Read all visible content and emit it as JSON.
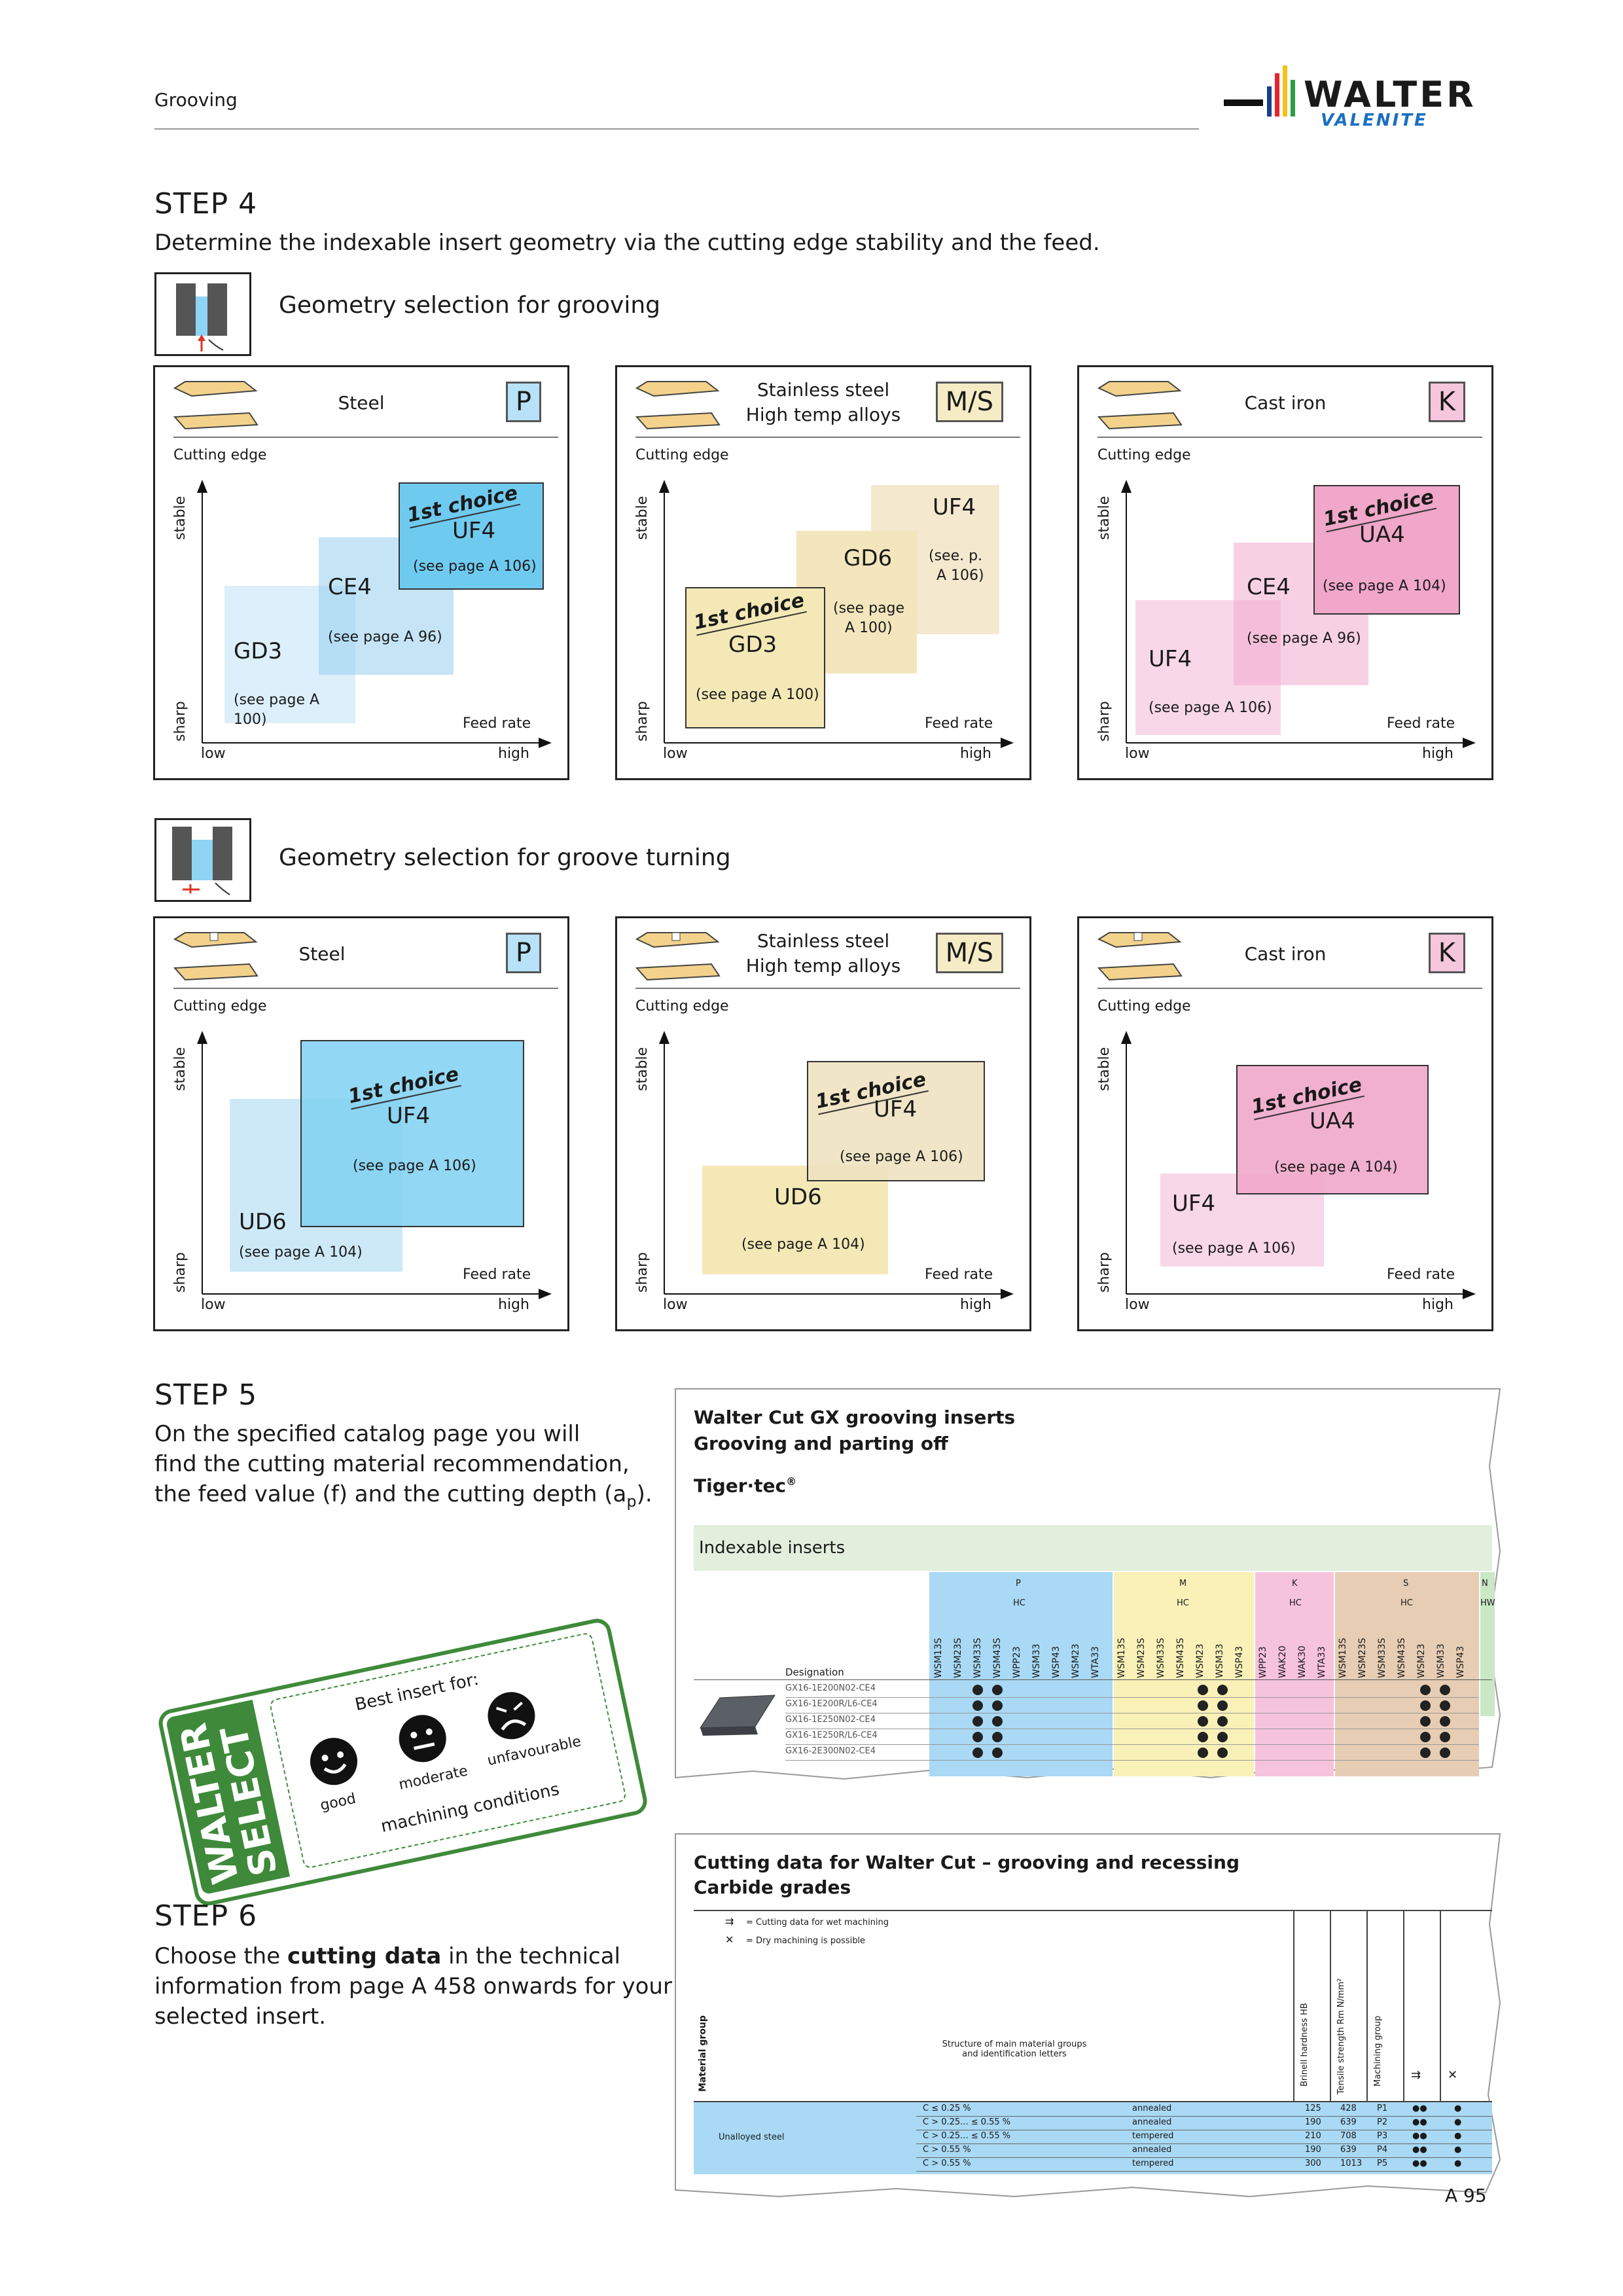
{
  "header": {
    "section": "Grooving",
    "logo_top": "WALTER",
    "logo_bottom": "VALENITE"
  },
  "step4": {
    "title": "STEP 4",
    "text": "Determine the indexable insert geometry via the cutting edge stability and the feed."
  },
  "grooving": {
    "title": "Geometry selection for grooving",
    "panels": [
      {
        "material": "Steel",
        "material2": "",
        "badge": "P",
        "badge_color": "#b7e2f7",
        "cutting_edge": "Cutting edge",
        "stable": "stable",
        "sharp": "sharp",
        "feed": "Feed rate",
        "low": "low",
        "high": "high",
        "rects": [
          {
            "code": "GD3",
            "ref": "(see page A 100)"
          },
          {
            "code": "CE4",
            "ref": "(see page A 96)"
          },
          {
            "code": "UF4",
            "ref": "(see page A 106)",
            "choice": "1st choice"
          }
        ]
      },
      {
        "material": "Stainless steel",
        "material2": "High temp alloys",
        "badge": "M/S",
        "badge_color": "#f5ecc6",
        "cutting_edge": "Cutting edge",
        "stable": "stable",
        "sharp": "sharp",
        "feed": "Feed rate",
        "low": "low",
        "high": "high",
        "rects": [
          {
            "code": "GD3",
            "ref": "(see page A 100)",
            "choice": "1st choice"
          },
          {
            "code": "GD6",
            "ref": "(see page",
            "ref2": "A 100)"
          },
          {
            "code": "UF4",
            "ref": "(see. p.",
            "ref2": "A 106)"
          }
        ]
      },
      {
        "material": "Cast iron",
        "material2": "",
        "badge": "K",
        "badge_color": "#f5c6dc",
        "cutting_edge": "Cutting edge",
        "stable": "stable",
        "sharp": "sharp",
        "feed": "Feed rate",
        "low": "low",
        "high": "high",
        "rects": [
          {
            "code": "UF4",
            "ref": "(see page A 106)"
          },
          {
            "code": "CE4",
            "ref": "(see page A 96)"
          },
          {
            "code": "UA4",
            "ref": "(see page A 104)",
            "choice": "1st choice"
          }
        ]
      }
    ]
  },
  "groove_turning": {
    "title": "Geometry selection for groove turning",
    "panels": [
      {
        "material": "Steel",
        "material2": "",
        "badge": "P",
        "cutting_edge": "Cutting edge",
        "stable": "stable",
        "sharp": "sharp",
        "feed": "Feed rate",
        "low": "low",
        "high": "high",
        "rects": [
          {
            "code": "UD6",
            "ref": "(see page A 104)"
          },
          {
            "code": "UF4",
            "ref": "(see page A 106)",
            "choice": "1st choice"
          }
        ]
      },
      {
        "material": "Stainless steel",
        "material2": "High temp alloys",
        "badge": "M/S",
        "cutting_edge": "Cutting edge",
        "stable": "stable",
        "sharp": "sharp",
        "feed": "Feed rate",
        "low": "low",
        "high": "high",
        "rects": [
          {
            "code": "UD6",
            "ref": "(see page A 104)"
          },
          {
            "code": "UF4",
            "ref": "(see page A 106)",
            "choice": "1st choice"
          }
        ]
      },
      {
        "material": "Cast iron",
        "material2": "",
        "badge": "K",
        "cutting_edge": "Cutting edge",
        "stable": "stable",
        "sharp": "sharp",
        "feed": "Feed rate",
        "low": "low",
        "high": "high",
        "rects": [
          {
            "code": "UF4",
            "ref": "(see page A 106)"
          },
          {
            "code": "UA4",
            "ref": "(see page A 104)",
            "choice": "1st choice"
          }
        ]
      }
    ]
  },
  "step5": {
    "title": "STEP 5",
    "line1": "On the specified catalog page you will",
    "line2": "find the cutting material recommendation,",
    "line3": "the feed value (f) and the cutting depth (a",
    "line3_sub": "p",
    "line3_end": ")."
  },
  "catalog1": {
    "title1": "Walter Cut GX grooving inserts",
    "title2": "Grooving and parting off",
    "brand": "Tiger·tec",
    "brand_sup": "®",
    "band": "Indexable inserts",
    "designation": "Designation",
    "groups": [
      {
        "label": "P",
        "sub": "HC",
        "color": "#a9d9f5"
      },
      {
        "label": "M",
        "sub": "HC",
        "color": "#faf1b8"
      },
      {
        "label": "K",
        "sub": "HC",
        "color": "#f6c3dd"
      },
      {
        "label": "S",
        "sub": "HC",
        "color": "#e6cdb3"
      },
      {
        "label": "N",
        "sub": "HW",
        "color": "#c9e8c6"
      }
    ],
    "grades_p": [
      "WSM13S",
      "WSM23S",
      "WSM33S",
      "WSM43S",
      "WPP23",
      "WSM33",
      "WSP43",
      "WSM23",
      "WTA33"
    ],
    "grades_m": [
      "WSM13S",
      "WSM23S",
      "WSM33S",
      "WSM43S",
      "WSM23",
      "WSM33",
      "WSP43"
    ],
    "grades_k": [
      "WPP23",
      "WAK20",
      "WAK30",
      "WTA33"
    ],
    "grades_s": [
      "WSM13S",
      "WSM23S",
      "WSM33S",
      "WSM43S",
      "WSM23",
      "WSM33",
      "WSP43"
    ],
    "rows": [
      "GX16-1E200N02-CE4",
      "GX16-1E200R/L6-CE4",
      "GX16-1E250N02-CE4",
      "GX16-1E250R/L6-CE4",
      "GX16-2E300N02-CE4"
    ]
  },
  "walter_select": {
    "brand1": "WALTER",
    "brand2": "SELECT",
    "heading": "Best insert for:",
    "good": "good",
    "moderate": "moderate",
    "unfavourable": "unfavourable",
    "footer": "machining conditions"
  },
  "step6": {
    "title": "STEP 6",
    "line1_a": "Choose the ",
    "line1_b": "cutting data",
    "line1_c": " in the technical",
    "line2": "information from page A 458 onwards for your",
    "line3": "selected insert."
  },
  "catalog2": {
    "title1": "Cutting data for Walter Cut – grooving and recessing",
    "title2": "Carbide grades",
    "legend1": "= Cutting data for wet machining",
    "legend2": "= Dry machining is possible",
    "material_group": "Material group",
    "structure1": "Structure of main material groups",
    "structure2": "and identification letters",
    "col_brinell": "Brinell hardness HB",
    "col_tensile": "Tensile strength Rm N/mm²",
    "col_machining": "Machining group",
    "group_label": "Unalloyed steel",
    "rows": [
      {
        "c": "C ≤ 0.25 %",
        "s": "annealed",
        "hb": "125",
        "rm": "428",
        "mg": "P1"
      },
      {
        "c": "C > 0.25... ≤ 0.55 %",
        "s": "annealed",
        "hb": "190",
        "rm": "639",
        "mg": "P2"
      },
      {
        "c": "C > 0.25... ≤ 0.55 %",
        "s": "tempered",
        "hb": "210",
        "rm": "708",
        "mg": "P3"
      },
      {
        "c": "C > 0.55 %",
        "s": "annealed",
        "hb": "190",
        "rm": "639",
        "mg": "P4"
      },
      {
        "c": "C > 0.55 %",
        "s": "tempered",
        "hb": "300",
        "rm": "1013",
        "mg": "P5"
      }
    ],
    "dots": "●●",
    "dot": "●"
  },
  "footer": {
    "page": "A 95"
  },
  "colors": {
    "steel_blue": "#7fd0f1",
    "steel_blue_light": "#cde9f8",
    "stainless_beige": "#eee2c0",
    "cast_pink": "#f1a9cb",
    "cast_pink_light": "#f8d7e8",
    "select_green": "#3e8a3a"
  }
}
